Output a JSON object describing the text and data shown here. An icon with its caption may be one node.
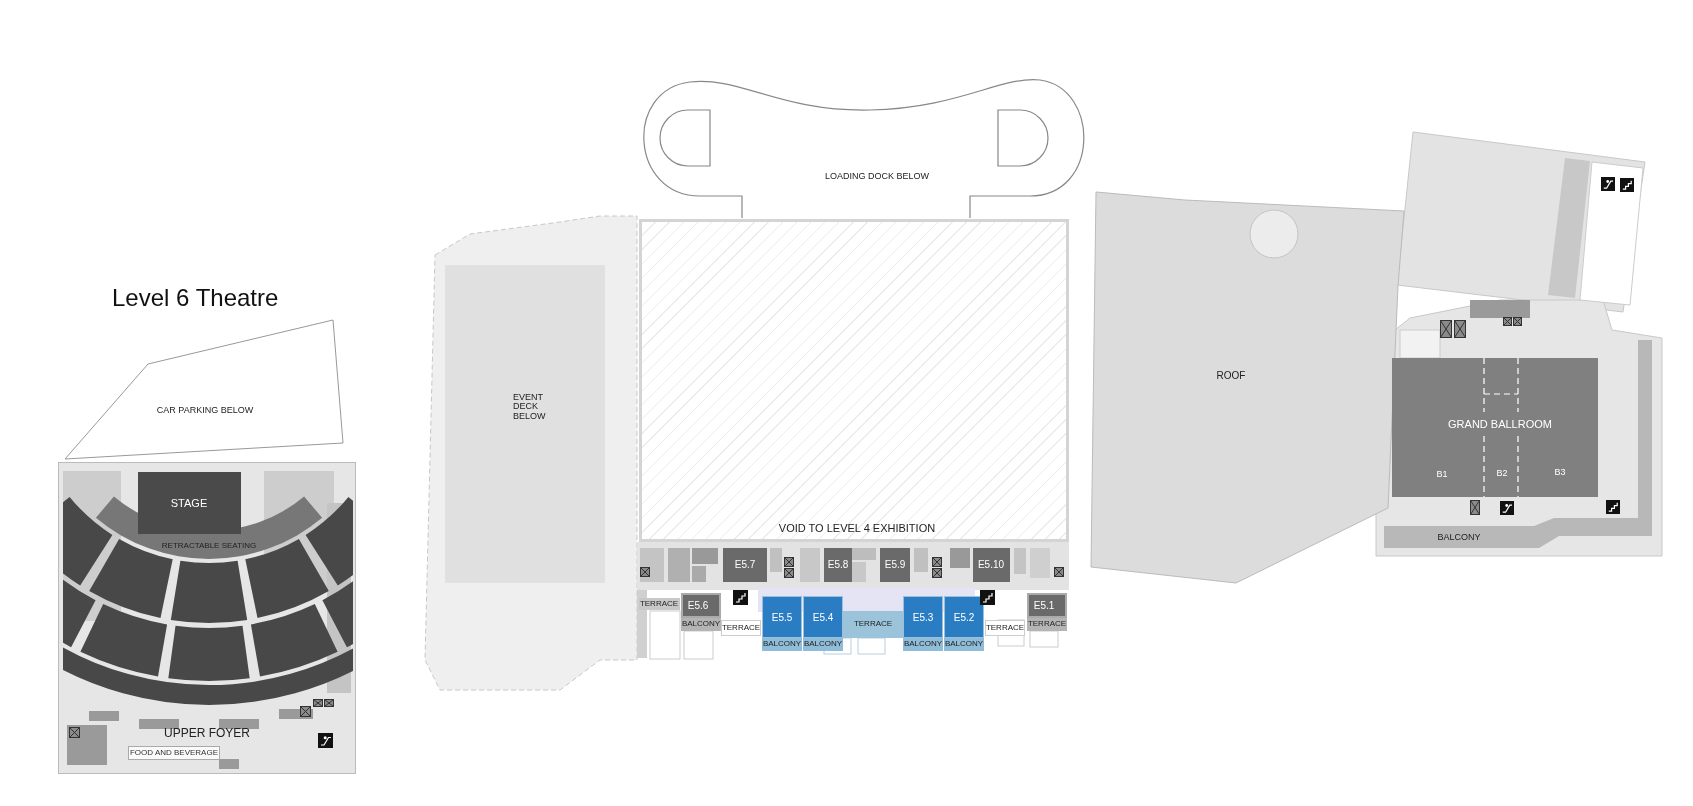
{
  "diagram": {
    "title": "Level 6 Theatre",
    "nodes": [
      {
        "text": [
          "CAR PARKING BELOW"
        ]
      },
      {
        "text": [
          "UPPER FOYER"
        ]
      },
      {
        "text": [
          "STAGE"
        ]
      },
      {
        "text": [
          "RETRACTABLE SEATING"
        ],
        "in": 1
      },
      {
        "text": [
          "FOOD AND BEVERAGE"
        ]
      },
      {
        "text": [
          "EVENT DECK BELOW"
        ]
      },
      {
        "text": [
          "LOADING DOCK BELOW"
        ]
      },
      {
        "text": [
          "VOID TO LEVEL 4 EXHIBITION"
        ]
      },
      {
        "text": [
          "E5.7"
        ]
      },
      {
        "text": [
          "E5.8"
        ]
      },
      {
        "text": [
          "E5.9"
        ]
      },
      {
        "text": [
          "E5.10"
        ]
      },
      {
        "text": [
          "TERRACE"
        ]
      },
      {
        "text": [
          "E5.6"
        ]
      },
      {
        "text": [
          "E5.5"
        ]
      },
      {
        "text": [
          "E5.4"
        ]
      },
      {
        "text": [
          "E5.3"
        ]
      },
      {
        "text": [
          "E5.2"
        ]
      },
      {
        "text": [
          "E5.1"
        ]
      },
      {
        "text": [
          "BALCONY"
        ]
      },
      {
        "text": [
          "TERRACE"
        ]
      },
      {
        "text": [
          "BALCONY"
        ]
      },
      {
        "text": [
          "BALCONY"
        ]
      },
      {
        "text": [
          "TERRACE"
        ]
      },
      {
        "text": [
          "BALCONY"
        ]
      },
      {
        "text": [
          "BALCONY"
        ]
      },
      {
        "text": [
          "TERRACE"
        ]
      },
      {
        "text": [
          "TERRACE"
        ]
      },
      {
        "text": [
          "ROOF"
        ]
      },
      {
        "text": [
          "GRAND BALLROOM"
        ]
      },
      {
        "text": [
          "B1"
        ],
        "in": 29
      },
      {
        "text": [
          "B2"
        ],
        "in": 29
      },
      {
        "text": [
          "B3"
        ],
        "in": 29
      },
      {
        "text": [
          "BALCONY"
        ]
      }
    ]
  }
}
